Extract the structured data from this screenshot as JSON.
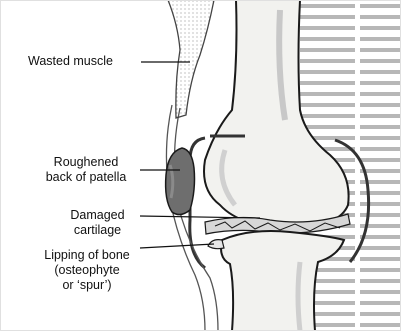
{
  "labels": {
    "wasted_muscle": {
      "lines": [
        "Wasted muscle"
      ]
    },
    "roughened_patella": {
      "lines": [
        "Roughened",
        "back of patella"
      ]
    },
    "damaged_cartilage": {
      "lines": [
        "Damaged",
        "cartilage"
      ]
    },
    "lipping_of_bone": {
      "lines": [
        "Lipping of bone",
        "(osteophyte",
        "or ‘spur’)"
      ]
    }
  },
  "colors": {
    "bone_fill": "#f2f2ef",
    "bone_outline": "#1a1a1a",
    "patella_surface": "#6e6e6e",
    "cartilage": "#d7d7d7",
    "background_text_area": "#b5b5b5",
    "leader_line": "#111111"
  }
}
